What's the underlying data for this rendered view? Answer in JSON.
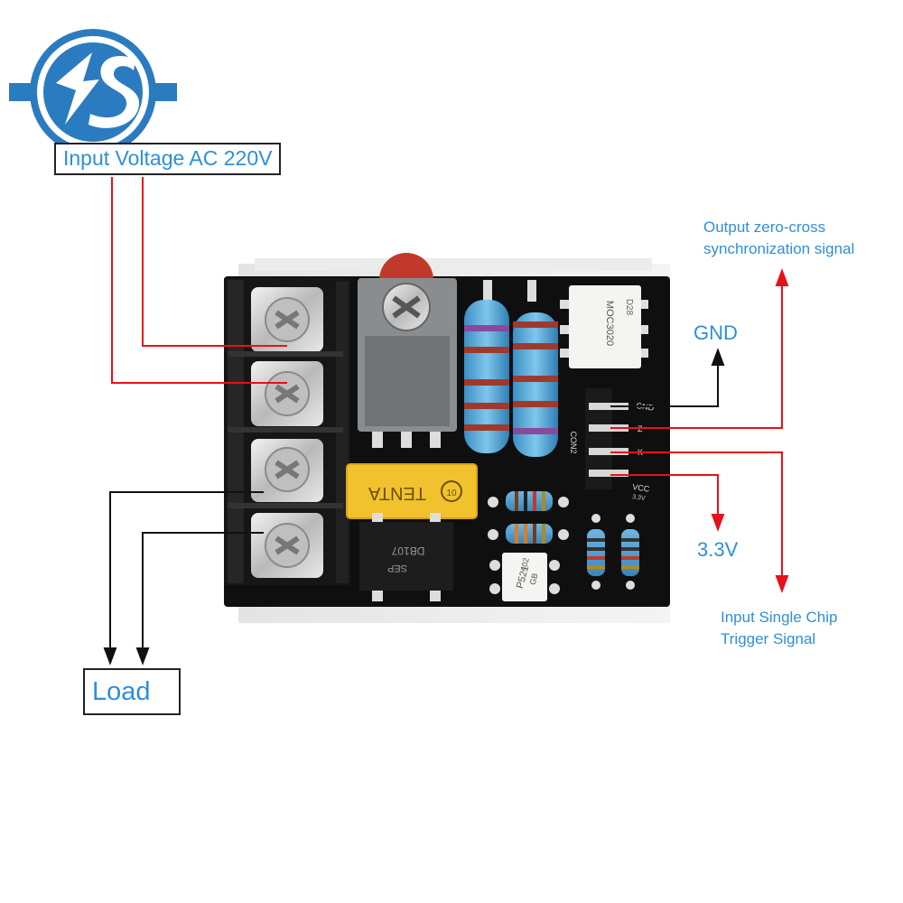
{
  "logo": {
    "icon": "is-logo",
    "color": "#2b7bc0"
  },
  "labels": {
    "input_voltage": "Input Voltage AC 220V",
    "load": "Load",
    "zero_cross_line1": "Output zero-cross",
    "zero_cross_line2": "synchronization signal",
    "gnd": "GND",
    "v33": "3.3V",
    "trigger_line1": "Input Single Chip",
    "trigger_line2": "Trigger Signal"
  },
  "board": {
    "connector": "CON2",
    "pins": [
      "GND",
      "Z",
      "K",
      "VCC"
    ],
    "pin_note": "3.3V",
    "capacitor_text": "TENTA",
    "capacitor_mark": "10",
    "bridge_text": "DB107",
    "bridge_mark": "SEP",
    "opto1_text": "MOC3020",
    "opto1_mark": "D28",
    "opto2_text": "P521",
    "opto2_mark": "GB",
    "opto2_brand": "402"
  },
  "colors": {
    "label": "#2f8fd8",
    "wire_red": "#e8101a",
    "wire_black": "#111111",
    "pcb": "#0f0f10"
  }
}
